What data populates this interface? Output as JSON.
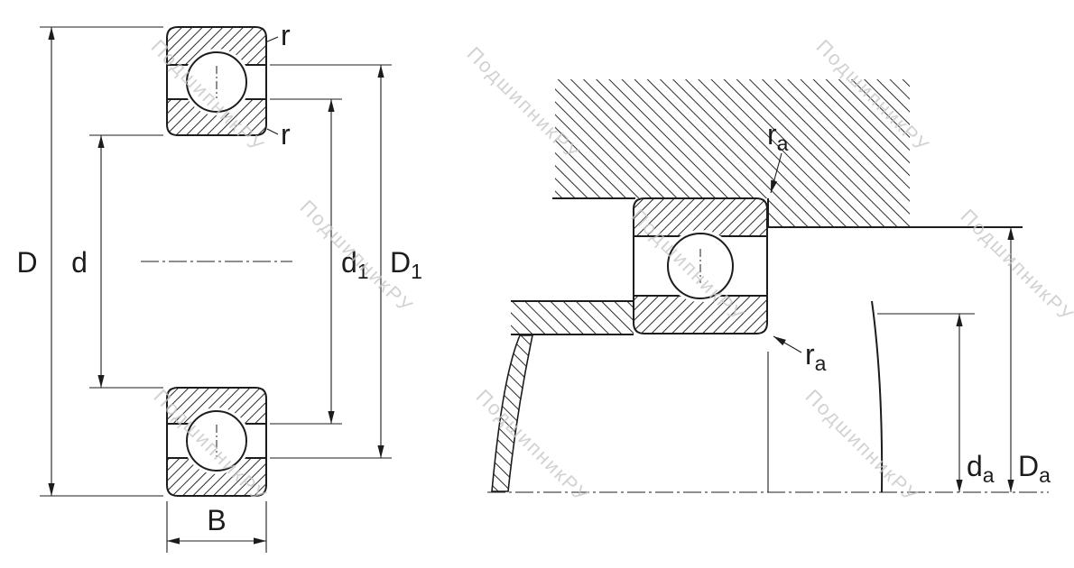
{
  "watermark": {
    "text": "ПодшипникРУ",
    "color": "#c6c6c6"
  },
  "colors": {
    "line": "#1c1c1c",
    "hatch": "#2b2b2b",
    "background": "#ffffff"
  },
  "left_view": {
    "dim_outer_diameter": "D",
    "dim_bore_diameter": "d",
    "dim_inner_shoulder": {
      "base": "d",
      "sub": "1"
    },
    "dim_outer_shoulder": {
      "base": "D",
      "sub": "1"
    },
    "dim_width": "B",
    "corner_radius_outer": "r",
    "corner_radius_inner": "r"
  },
  "right_view": {
    "fillet_radius_housing": {
      "base": "r",
      "sub": "a"
    },
    "fillet_radius_shaft": {
      "base": "r",
      "sub": "a"
    },
    "dim_shaft_abutment": {
      "base": "d",
      "sub": "a"
    },
    "dim_housing_abutment": {
      "base": "D",
      "sub": "a"
    }
  }
}
